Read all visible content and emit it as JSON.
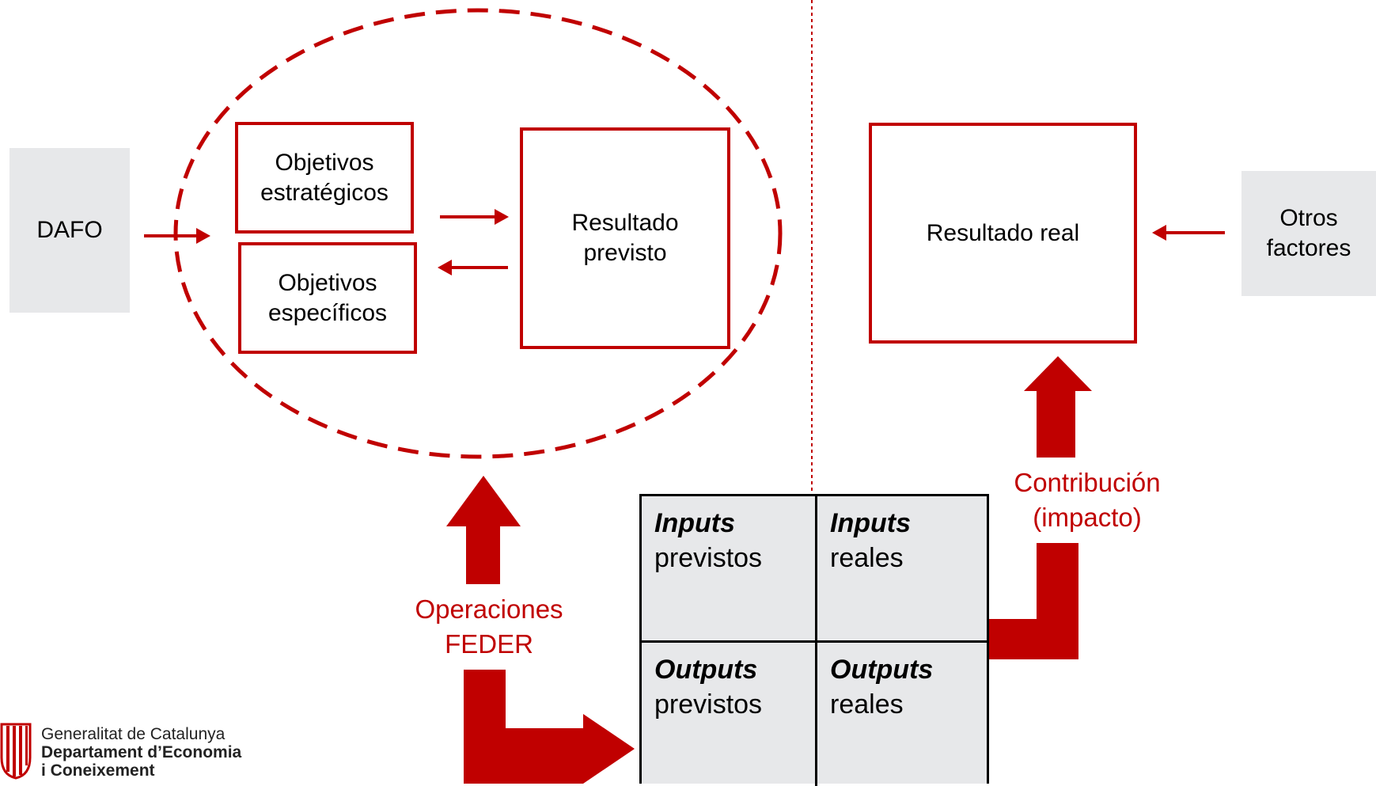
{
  "nodes": {
    "dafo": "DAFO",
    "obj_estrategicos_l1": "Objetivos",
    "obj_estrategicos_l2": "estratégicos",
    "obj_especificos_l1": "Objetivos",
    "obj_especificos_l2": "específicos",
    "resultado_previsto_l1": "Resultado",
    "resultado_previsto_l2": "previsto",
    "resultado_real": "Resultado real",
    "otros_factores_l1": "Otros",
    "otros_factores_l2": "factores"
  },
  "labels": {
    "operaciones_l1": "Operaciones",
    "operaciones_l2": "FEDER",
    "contribucion_l1": "Contribución",
    "contribucion_l2": "(impacto)"
  },
  "matrix": {
    "inputs_previstos_b": "Inputs",
    "inputs_previstos_t": "previstos",
    "inputs_reales_b": "Inputs",
    "inputs_reales_t": "reales",
    "outputs_previstos_b": "Outputs",
    "outputs_previstos_t": "previstos",
    "outputs_reales_b": "Outputs",
    "outputs_reales_t": "reales"
  },
  "logo": {
    "line1": "Generalitat de Catalunya",
    "line2": "Departament d’Economia",
    "line3": "i Coneixement"
  },
  "colors": {
    "accent": "#c00000",
    "box_fill": "#e7e8ea"
  }
}
